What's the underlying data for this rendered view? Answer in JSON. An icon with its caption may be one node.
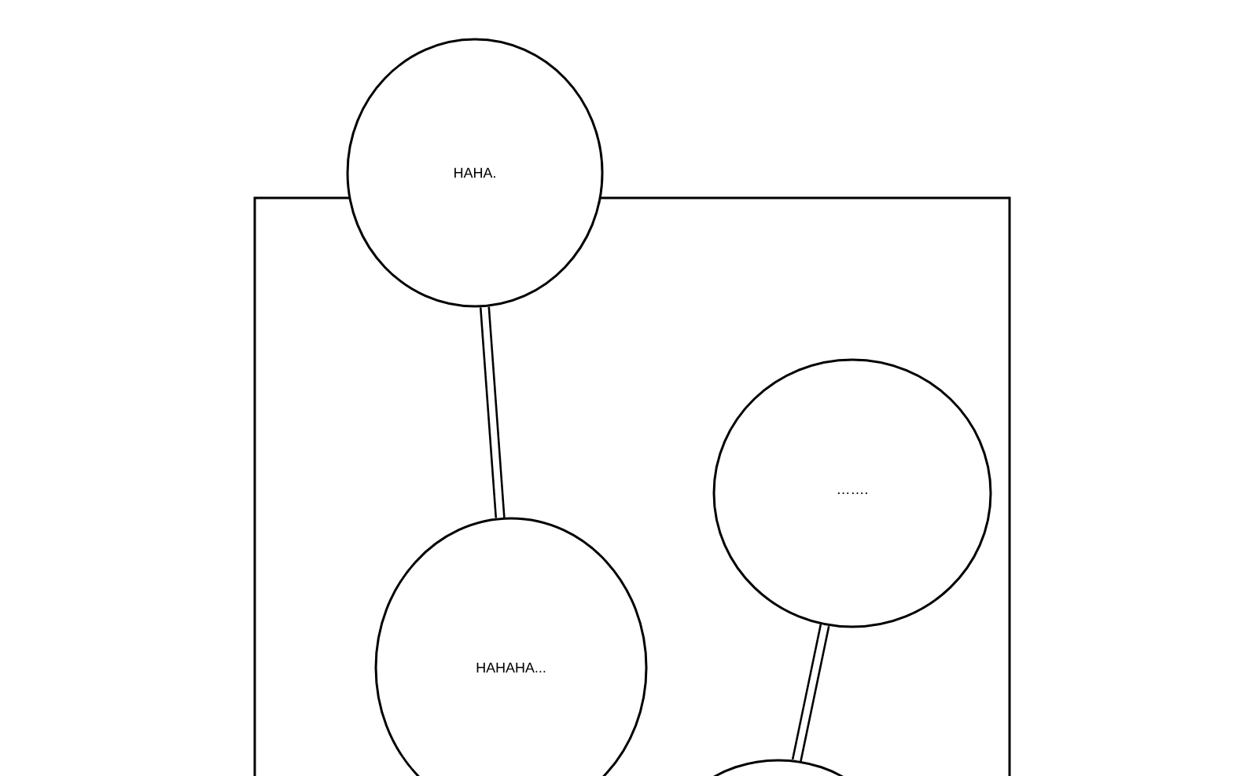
{
  "diagram": {
    "nodes": [
      {
        "text": [],
        "shape": "box"
      },
      {
        "text": [
          "HAHA."
        ]
      },
      {
        "text": [
          "HAHAHA..."
        ],
        "in": 0
      },
      {
        "text": [
          "……."
        ],
        "in": 0
      },
      {
        "text": [],
        "shape": "circle",
        "in": 0
      }
    ],
    "edges": [
      {
        "from": 1,
        "to": 2,
        "arrow": "none"
      },
      {
        "from": 3,
        "to": 4,
        "arrow": "none"
      }
    ]
  }
}
